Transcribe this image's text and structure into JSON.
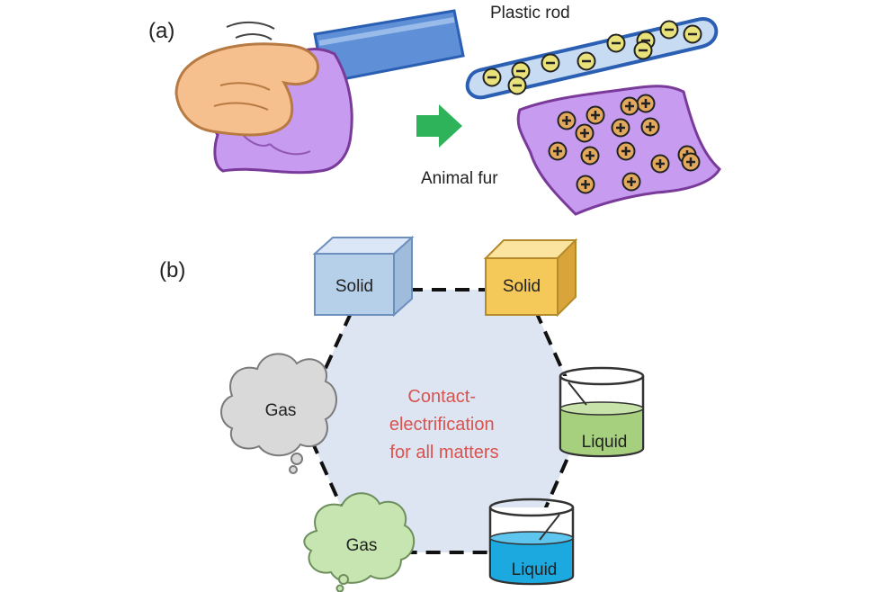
{
  "panel_a": {
    "label": "(a)",
    "rod_label": "Plastic rod",
    "fur_label": "Animal fur",
    "negative_charges": 10,
    "positive_charges": 15
  },
  "panel_b": {
    "label": "(b)",
    "center_text": [
      "Contact-",
      "electrification",
      "for all matters"
    ],
    "nodes": {
      "solid_left": "Solid",
      "solid_right": "Solid",
      "gas_left": "Gas",
      "liquid_right": "Liquid",
      "gas_bottom": "Gas",
      "liquid_bottom": "Liquid"
    }
  },
  "colors": {
    "hexagon_fill": "#dde4f2",
    "center_text": "#d9534f",
    "solid_left": "#b7d0ea",
    "solid_right": "#f5c85a",
    "gas_left": "#d9d9d9",
    "gas_bottom": "#c6e5b1",
    "liquid_right": "#a6cf7e",
    "liquid_bottom": "#1ba9e0",
    "fur": "#c79cf0",
    "rod": "#2b5fb4",
    "arrow": "#2eb35a"
  }
}
